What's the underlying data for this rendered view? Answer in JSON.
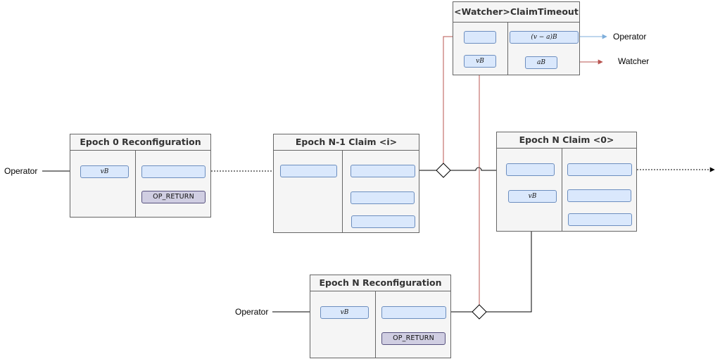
{
  "labels": {
    "operator_left": "Operator",
    "operator_bottom": "Operator",
    "operator_top": "Operator",
    "watcher": "Watcher"
  },
  "epoch0": {
    "title": "Epoch 0 Reconfiguration",
    "input_value": "vB",
    "op_return": "OP_RETURN"
  },
  "epochN1": {
    "title": "Epoch N-1 Claim <i>"
  },
  "epochN": {
    "title": "Epoch N Claim <0>",
    "input_value": "vB"
  },
  "epochNReconf": {
    "title": "Epoch N Reconfiguration",
    "input_value": "vB",
    "op_return": "OP_RETURN"
  },
  "claimTimeout": {
    "title_prefix": "<Watcher>",
    "title_main": "ClaimTimeout",
    "input_value": "vB",
    "output_operator": "(v − a)B",
    "output_watcher": "aB"
  },
  "colors": {
    "box_fill": "#f5f5f5",
    "box_stroke": "#666666",
    "pill_fill": "#dae8fc",
    "pill_stroke": "#6c8ebf",
    "opreturn_fill": "#d0cee2",
    "red_wire": "#b85450",
    "blue_wire": "#7eaedb"
  }
}
